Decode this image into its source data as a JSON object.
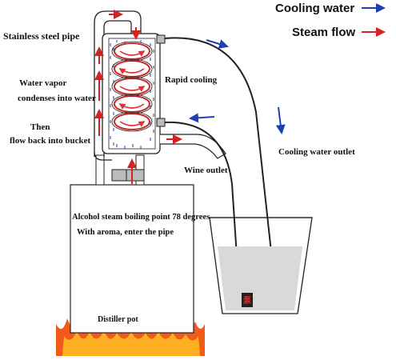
{
  "legend": {
    "cooling_water": {
      "label": "Cooling water",
      "color": "#1f3fb4"
    },
    "steam_flow": {
      "label": "Steam flow",
      "color": "#d42222"
    }
  },
  "labels": {
    "stainless_steel_pipe": "Stainless steel pipe",
    "water_vapor": "Water vapor",
    "condenses_into_water": "condenses into water",
    "then": "Then",
    "flow_back": "flow back into  bucket",
    "rapid_cooling": "Rapid cooling",
    "wine_outlet": "Wine  outlet",
    "cooling_water_outlet": "Cooling water outlet",
    "alcohol_boiling": "Alcohol steam boiling point 78 degrees",
    "with_aroma": "With aroma, enter the pipe",
    "distiller_pot": "Distiller pot",
    "pump_glyph": "泵"
  },
  "colors": {
    "steam": "#d42222",
    "water": "#1f3fb4",
    "line": "#222222",
    "coil": "#c62a2a",
    "fire_outer": "#f25a1a",
    "fire_inner": "#ffb020",
    "bucket_water": "#d9d9d9"
  }
}
